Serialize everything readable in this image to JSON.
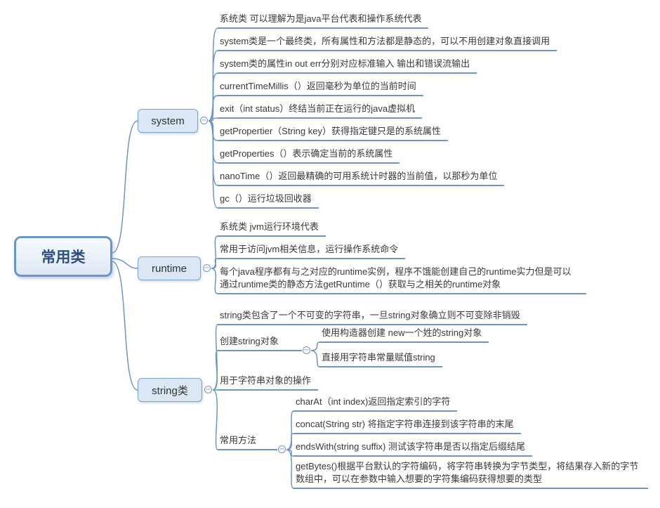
{
  "icons": {
    "collapse": "−"
  },
  "colors": {
    "line": "#6c96c8",
    "node_fill": "#dbe7f4",
    "node_border": "#7aa2cf",
    "root_text": "#2f4f7f"
  },
  "root": {
    "label": "常用类"
  },
  "system": {
    "label": "system",
    "items": [
      "系统类 可以理解为是java平台代表和操作系统代表",
      "system类是一个最终类，所有属性和方法都是静态的，可以不用创建对象直接调用",
      "system类的属性in out err分别对应标准输入 输出和错误流输出",
      "currentTimeMillis（）返回毫秒为单位的当前时间",
      "exit（int status）终结当前正在运行的java虚拟机",
      "getPropertier（String key）获得指定键只是的系统属性",
      "getProperties（）表示确定当前的系统属性",
      "nanoTime（）返回最精确的可用系统计时器的当前值，以那秒为单位",
      "gc（）运行垃圾回收器"
    ]
  },
  "runtime": {
    "label": "runtime",
    "items": [
      "系统类 jvm运行环境代表",
      "常用于访问jvm相关信息，运行操作系统命令",
      "每个java程序都有与之对应的runtime实例，程序不饿能创建自己的runtime实力但是可以通过runtime类的静态方法getRuntime（）获取与之相关的runtime对象"
    ]
  },
  "string": {
    "label": "string类",
    "intro": "string类包含了一个不可变的字符串，一旦string对象确立则不可变除非销毁",
    "create": {
      "label": "创建string对象",
      "items": [
        "使用构造器创建 new一个姓的string对象",
        "直接用字符串常量赋值string"
      ]
    },
    "operation": "用于字符串对象的操作",
    "methods": {
      "label": "常用方法",
      "items": [
        "charAt（int index)返回指定索引的字符",
        "concat(String str) 将指定字符串连接到该字符串的末尾",
        "endsWith(string suffix) 测试该字符串是否以指定后缀结尾",
        "getBytes()根据平台默认的字符编码，将字符串转换为字节类型，将结果存入新的字节数组中，可以在参数中输入想要的字符集编码获得想要的类型"
      ]
    }
  }
}
